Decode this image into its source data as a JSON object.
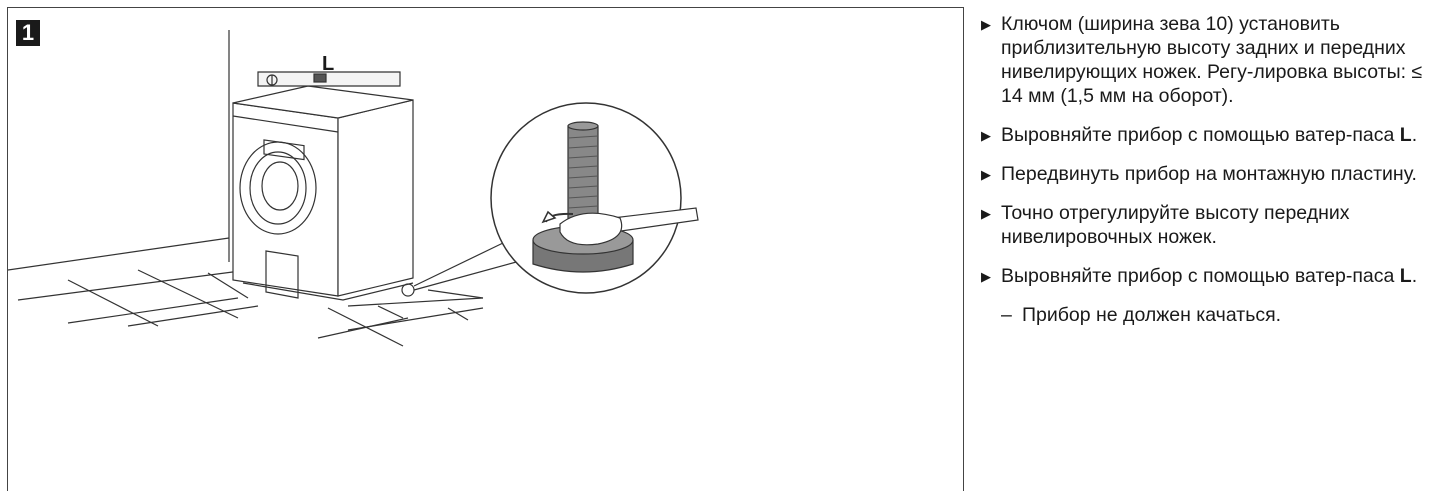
{
  "figure": {
    "number": "1",
    "callout_label": "L"
  },
  "instructions": [
    {
      "marker": "▶",
      "text": "Ключом (ширина зева 10) установить приблизительную высоту задних и передних нивелирующих ножек. Регу-лировка высоты: ≤ 14 мм (1,5 мм на оборот).",
      "bold_suffix": "",
      "after": ""
    },
    {
      "marker": "▶",
      "text": "Выровняйте прибор с помощью ватер-паса ",
      "bold_suffix": "L",
      "after": "."
    },
    {
      "marker": "▶",
      "text": "Передвинуть прибор на монтажную пластину.",
      "bold_suffix": "",
      "after": ""
    },
    {
      "marker": "▶",
      "text": "Точно отрегулируйте высоту передних нивелировочных ножек.",
      "bold_suffix": "",
      "after": ""
    },
    {
      "marker": "▶",
      "text": "Выровняйте прибор с помощью ватер-паса ",
      "bold_suffix": "L",
      "after": "."
    },
    {
      "marker": "–",
      "text": "Прибор не должен качаться.",
      "bold_suffix": "",
      "after": ""
    }
  ]
}
